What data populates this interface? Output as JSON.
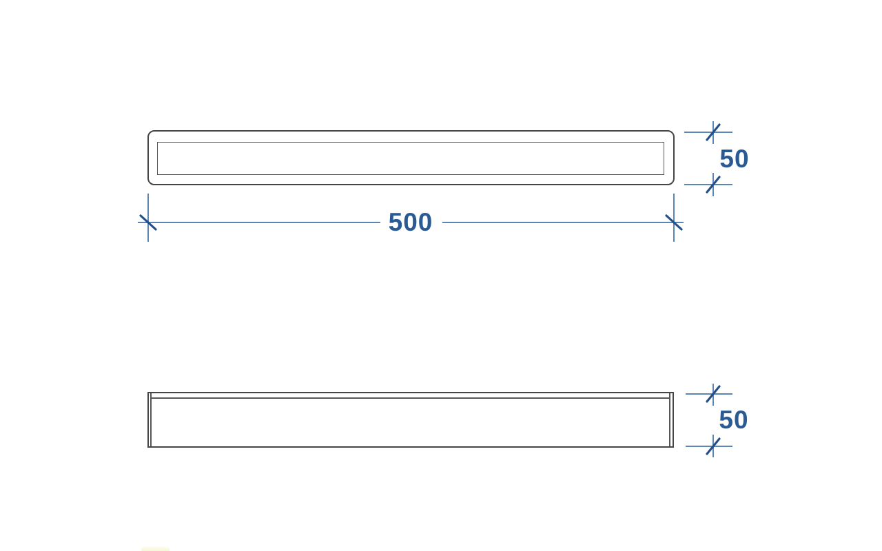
{
  "colors": {
    "background": "#ffffff",
    "object_outline": "#454545",
    "object_inner_line": "#575757",
    "dimension_line": "#5b85b2",
    "dimension_tick": "#24508a",
    "dimension_text": "#2a5a94",
    "bottom_sliver": "#f4f4cd"
  },
  "dimensions": {
    "width": {
      "value": "500"
    },
    "plan_height": {
      "value": "50"
    },
    "front_height": {
      "value": "50"
    }
  }
}
